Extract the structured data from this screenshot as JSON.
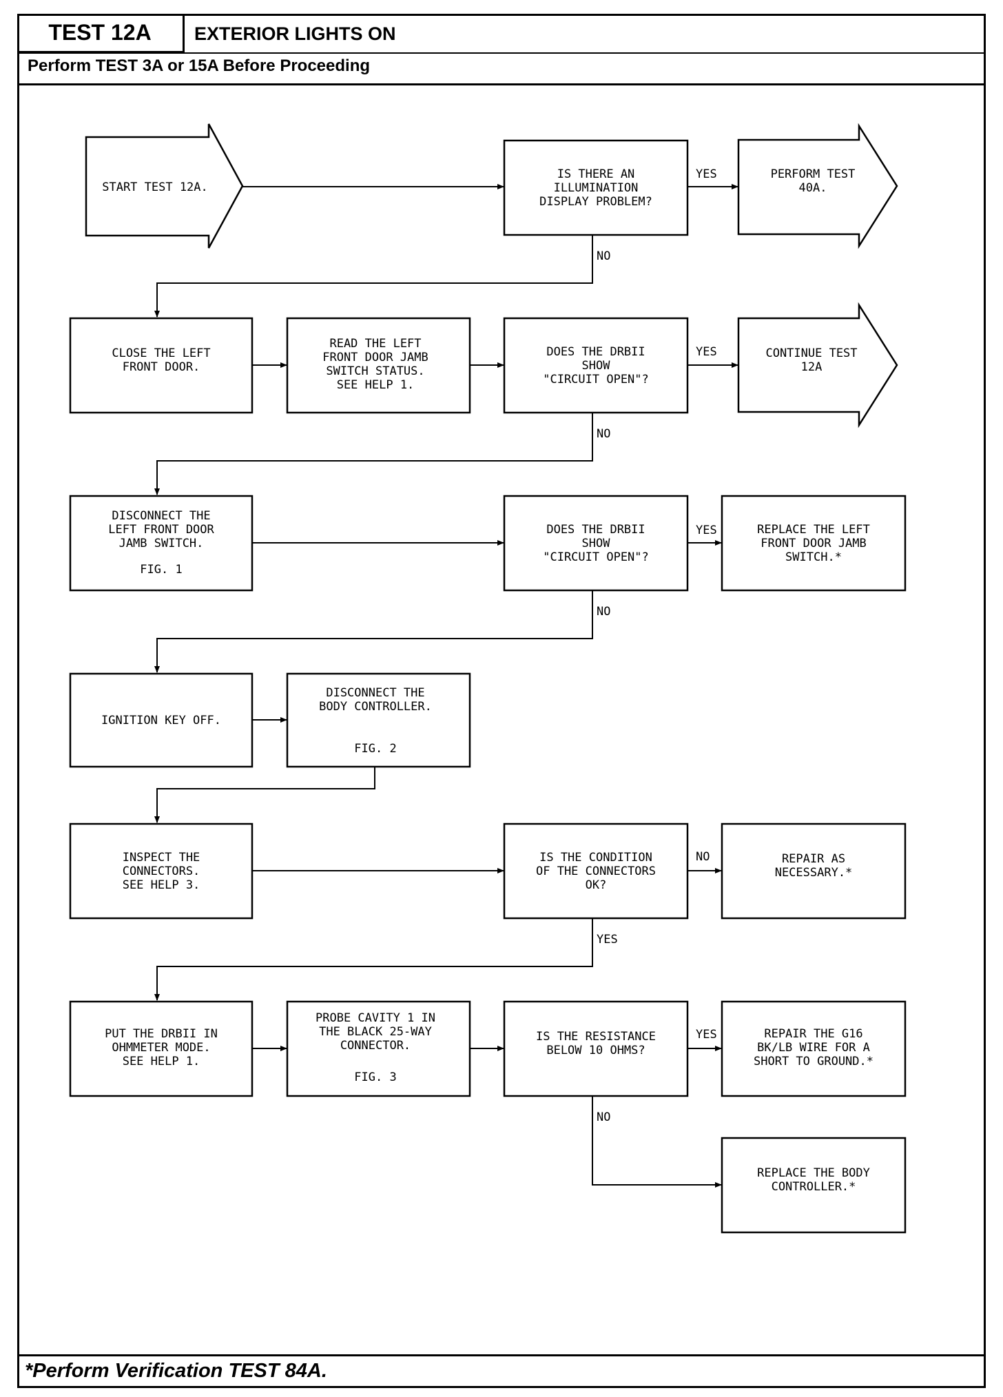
{
  "header": {
    "test_id": "TEST 12A",
    "title": "EXTERIOR LIGHTS ON",
    "prerequisite": "Perform TEST 3A or 15A Before Proceeding"
  },
  "footer": {
    "note": "*Perform Verification TEST 84A."
  },
  "flowchart": {
    "nodes": {
      "start": [
        "START TEST 12A."
      ],
      "q_illumination": [
        "IS THERE AN",
        "ILLUMINATION",
        "DISPLAY PROBLEM?"
      ],
      "perform_40a": [
        "PERFORM TEST",
        "40A."
      ],
      "close_door": [
        "CLOSE THE LEFT",
        "FRONT DOOR."
      ],
      "read_switch": [
        "READ THE LEFT",
        "FRONT DOOR JAMB",
        "SWITCH STATUS.",
        "SEE HELP 1."
      ],
      "q_circuit_open_1": [
        "DOES THE DRBII",
        "SHOW",
        "\"CIRCUIT OPEN\"?"
      ],
      "continue_12a": [
        "CONTINUE TEST",
        "12A"
      ],
      "disconnect_switch": [
        "DISCONNECT THE",
        "LEFT FRONT DOOR",
        "JAMB SWITCH."
      ],
      "disconnect_switch_fig": "FIG. 1",
      "q_circuit_open_2": [
        "DOES THE DRBII",
        "SHOW",
        "\"CIRCUIT OPEN\"?"
      ],
      "replace_switch": [
        "REPLACE THE LEFT",
        "FRONT DOOR JAMB",
        "SWITCH.*"
      ],
      "ignition_off": [
        "IGNITION KEY OFF."
      ],
      "disconnect_bc": [
        "DISCONNECT THE",
        "BODY CONTROLLER."
      ],
      "disconnect_bc_fig": "FIG. 2",
      "inspect_connectors": [
        "INSPECT THE",
        "CONNECTORS.",
        "SEE HELP 3."
      ],
      "q_connectors_ok": [
        "IS THE CONDITION",
        "OF THE CONNECTORS",
        "OK?"
      ],
      "repair_as_necessary": [
        "REPAIR AS",
        "NECESSARY.*"
      ],
      "ohmmeter_mode": [
        "PUT THE DRBII IN",
        "OHMMETER MODE.",
        "SEE HELP 1."
      ],
      "probe_cavity": [
        "PROBE CAVITY 1 IN",
        "THE BLACK 25-WAY",
        "CONNECTOR."
      ],
      "probe_cavity_fig": "FIG. 3",
      "q_resistance": [
        "IS THE RESISTANCE",
        "BELOW 10 OHMS?"
      ],
      "repair_g16": [
        "REPAIR THE G16",
        "BK/LB WIRE FOR A",
        "SHORT TO GROUND.*"
      ],
      "replace_bc": [
        "REPLACE THE BODY",
        "CONTROLLER.*"
      ]
    },
    "edge_labels": {
      "yes": "YES",
      "no": "NO"
    }
  }
}
